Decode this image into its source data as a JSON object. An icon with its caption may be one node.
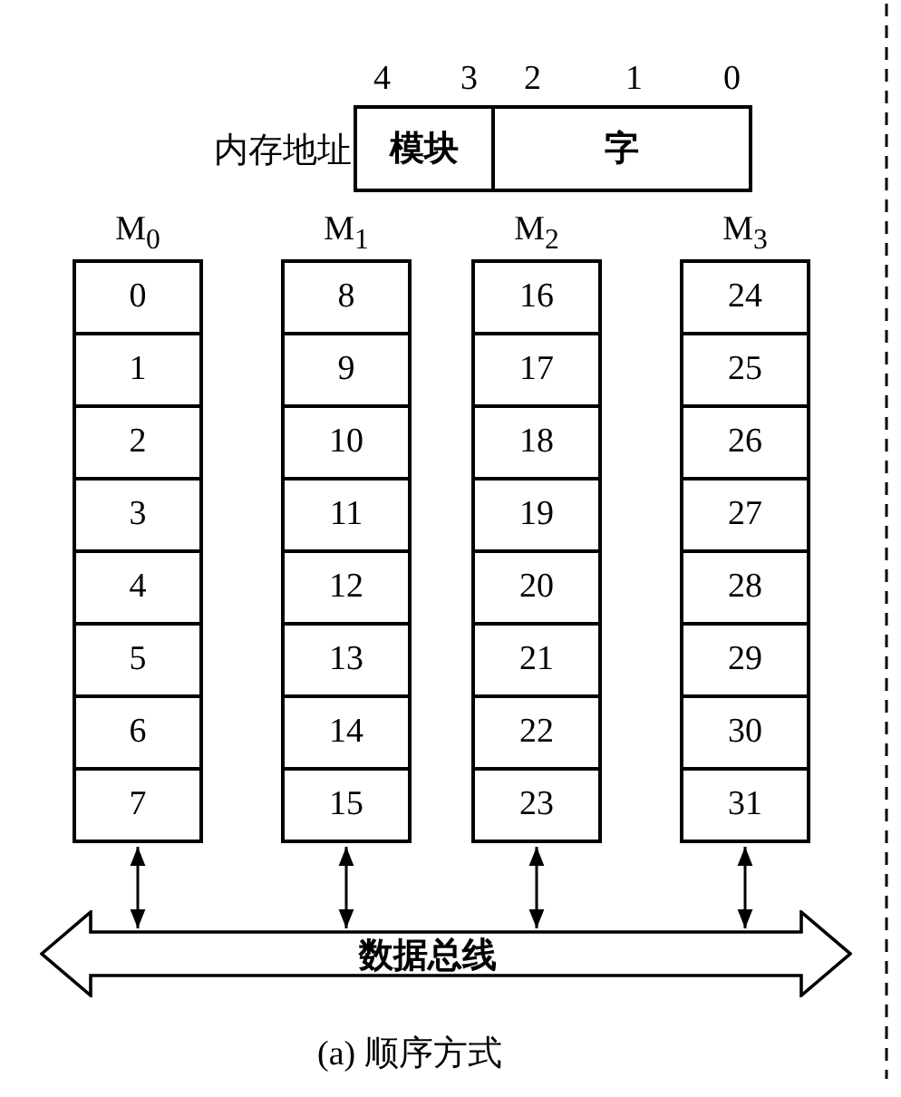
{
  "diagram": {
    "caption": "(a) 顺序方式",
    "nodes": [
      {
        "text": [
          "模块"
        ]
      },
      {
        "text": [
          "字"
        ]
      },
      {
        "text": [
          "M$_{0}$"
        ]
      },
      {
        "text": [
          "0"
        ],
        "in": 2
      },
      {
        "text": [
          "1"
        ],
        "in": 2
      },
      {
        "text": [
          "2"
        ],
        "in": 2
      },
      {
        "text": [
          "3"
        ],
        "in": 2
      },
      {
        "text": [
          "4"
        ],
        "in": 2
      },
      {
        "text": [
          "5"
        ],
        "in": 2
      },
      {
        "text": [
          "6"
        ],
        "in": 2
      },
      {
        "text": [
          "7"
        ],
        "in": 2
      },
      {
        "text": [
          "M$_{1}$"
        ]
      },
      {
        "text": [
          "8"
        ],
        "in": 11
      },
      {
        "text": [
          "9"
        ],
        "in": 11
      },
      {
        "text": [
          "10"
        ],
        "in": 11
      },
      {
        "text": [
          "11"
        ],
        "in": 11
      },
      {
        "text": [
          "12"
        ],
        "in": 11
      },
      {
        "text": [
          "13"
        ],
        "in": 11
      },
      {
        "text": [
          "14"
        ],
        "in": 11
      },
      {
        "text": [
          "15"
        ],
        "in": 11
      },
      {
        "text": [
          "M$_{2}$"
        ]
      },
      {
        "text": [
          "16"
        ],
        "in": 20
      },
      {
        "text": [
          "17"
        ],
        "in": 20
      },
      {
        "text": [
          "18"
        ],
        "in": 20
      },
      {
        "text": [
          "19"
        ],
        "in": 20
      },
      {
        "text": [
          "20"
        ],
        "in": 20
      },
      {
        "text": [
          "21"
        ],
        "in": 20
      },
      {
        "text": [
          "22"
        ],
        "in": 20
      },
      {
        "text": [
          "23"
        ],
        "in": 20
      },
      {
        "text": [
          "M$_{3}$"
        ]
      },
      {
        "text": [
          "24"
        ],
        "in": 29
      },
      {
        "text": [
          "25"
        ],
        "in": 29
      },
      {
        "text": [
          "26"
        ],
        "in": 29
      },
      {
        "text": [
          "27"
        ],
        "in": 29
      },
      {
        "text": [
          "28"
        ],
        "in": 29
      },
      {
        "text": [
          "29"
        ],
        "in": 29
      },
      {
        "text": [
          "30"
        ],
        "in": 29
      },
      {
        "text": [
          "31"
        ],
        "in": 29
      },
      {
        "text": [
          "数据总线"
        ]
      }
    ],
    "edges": [
      {
        "from": 2,
        "to": 38,
        "arrow": "both"
      },
      {
        "from": 11,
        "to": 38,
        "arrow": "both"
      },
      {
        "from": 20,
        "to": 38,
        "arrow": "both"
      },
      {
        "from": 29,
        "to": 38,
        "arrow": "both"
      }
    ],
    "labels": [
      "4",
      "3",
      "2",
      "1",
      "0",
      "内存地址"
    ]
  }
}
